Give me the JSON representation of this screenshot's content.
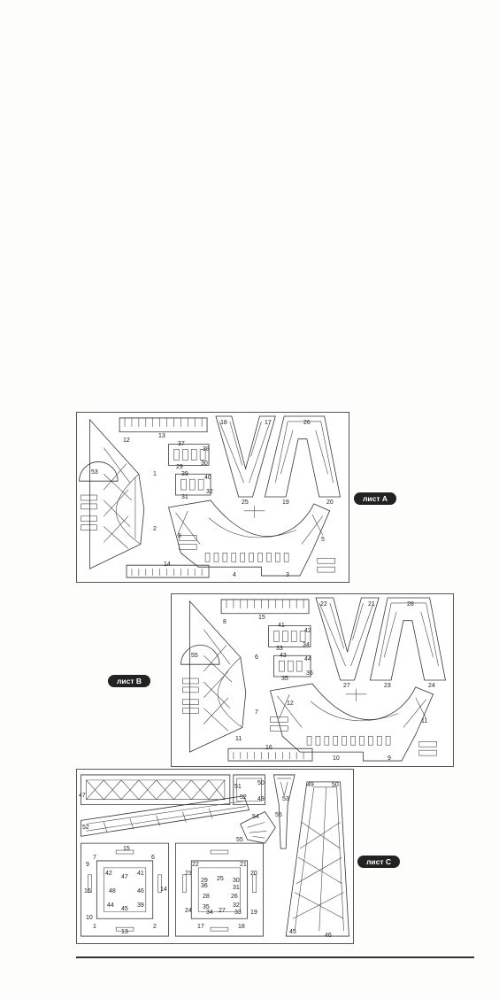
{
  "sheets": [
    {
      "label": "лист А",
      "numbers": [
        {
          "t": "13"
        },
        {
          "t": "18"
        },
        {
          "t": "17"
        },
        {
          "t": "26"
        },
        {
          "t": "12"
        },
        {
          "t": "37"
        },
        {
          "t": "38"
        },
        {
          "t": "29"
        },
        {
          "t": "30"
        },
        {
          "t": "53"
        },
        {
          "t": "1"
        },
        {
          "t": "39"
        },
        {
          "t": "40"
        },
        {
          "t": "31"
        },
        {
          "t": "32"
        },
        {
          "t": "25"
        },
        {
          "t": "19"
        },
        {
          "t": "20"
        },
        {
          "t": "2"
        },
        {
          "t": "8"
        },
        {
          "t": "5"
        },
        {
          "t": "14"
        },
        {
          "t": "4"
        },
        {
          "t": "3"
        }
      ]
    },
    {
      "label": "лист B",
      "numbers": [
        {
          "t": "15"
        },
        {
          "t": "22"
        },
        {
          "t": "21"
        },
        {
          "t": "28"
        },
        {
          "t": "8"
        },
        {
          "t": "41"
        },
        {
          "t": "42"
        },
        {
          "t": "33"
        },
        {
          "t": "34"
        },
        {
          "t": "55"
        },
        {
          "t": "6"
        },
        {
          "t": "43"
        },
        {
          "t": "44"
        },
        {
          "t": "35"
        },
        {
          "t": "36"
        },
        {
          "t": "27"
        },
        {
          "t": "23"
        },
        {
          "t": "24"
        },
        {
          "t": "7"
        },
        {
          "t": "12"
        },
        {
          "t": "11"
        },
        {
          "t": "11"
        },
        {
          "t": "16"
        },
        {
          "t": "10"
        },
        {
          "t": "9"
        }
      ]
    },
    {
      "label": "лист С",
      "numbers": [
        {
          "t": "47"
        },
        {
          "t": "51"
        },
        {
          "t": "50"
        },
        {
          "t": "52"
        },
        {
          "t": "49"
        },
        {
          "t": "53"
        },
        {
          "t": "54"
        },
        {
          "t": "55"
        },
        {
          "t": "55"
        },
        {
          "t": "52"
        },
        {
          "t": "49"
        },
        {
          "t": "50"
        },
        {
          "t": "15"
        },
        {
          "t": "7"
        },
        {
          "t": "6"
        },
        {
          "t": "9"
        },
        {
          "t": "42"
        },
        {
          "t": "47"
        },
        {
          "t": "41"
        },
        {
          "t": "48"
        },
        {
          "t": "46"
        },
        {
          "t": "14"
        },
        {
          "t": "16"
        },
        {
          "t": "44"
        },
        {
          "t": "45"
        },
        {
          "t": "39"
        },
        {
          "t": "10"
        },
        {
          "t": "1"
        },
        {
          "t": "13"
        },
        {
          "t": "2"
        },
        {
          "t": "22"
        },
        {
          "t": "21"
        },
        {
          "t": "23"
        },
        {
          "t": "29"
        },
        {
          "t": "25"
        },
        {
          "t": "30"
        },
        {
          "t": "20"
        },
        {
          "t": "36"
        },
        {
          "t": "31"
        },
        {
          "t": "28"
        },
        {
          "t": "26"
        },
        {
          "t": "35"
        },
        {
          "t": "32"
        },
        {
          "t": "24"
        },
        {
          "t": "34"
        },
        {
          "t": "27"
        },
        {
          "t": "33"
        },
        {
          "t": "19"
        },
        {
          "t": "17"
        },
        {
          "t": "18"
        },
        {
          "t": "45"
        },
        {
          "t": "46"
        }
      ]
    }
  ]
}
